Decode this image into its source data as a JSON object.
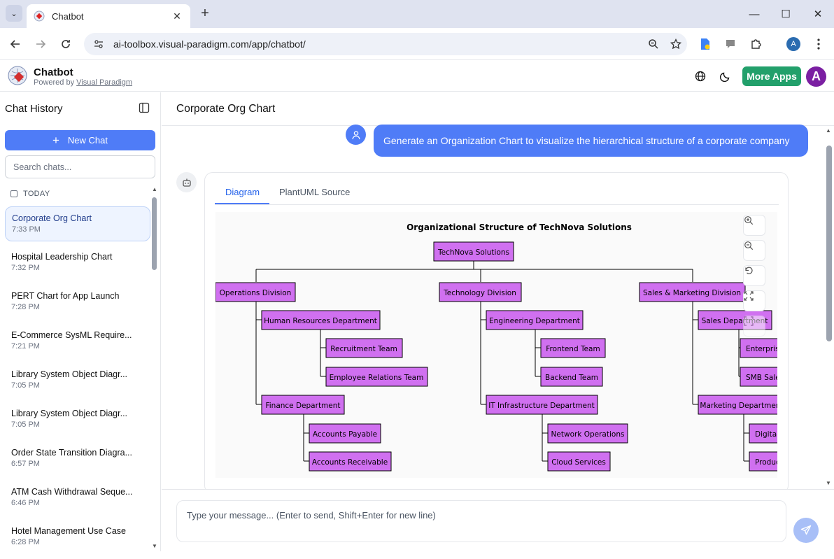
{
  "browser": {
    "tab_title": "Chatbot",
    "new_tab_icon": "+",
    "url": "ai-toolbox.visual-paradigm.com/app/chatbot/",
    "profile_initial": "A"
  },
  "app": {
    "name": "Chatbot",
    "powered_by_prefix": "Powered by",
    "powered_by_link": "Visual Paradigm",
    "more_apps_label": "More Apps",
    "avatar_initial": "A",
    "accent_color": "#4f7cf7",
    "more_apps_color": "#22a06b"
  },
  "sidebar": {
    "title": "Chat History",
    "new_chat_label": "New Chat",
    "search_placeholder": "Search chats...",
    "group_label": "TODAY",
    "chats": [
      {
        "title": "Corporate Org Chart",
        "time": "7:33 PM",
        "active": true
      },
      {
        "title": "Hospital Leadership Chart",
        "time": "7:32 PM"
      },
      {
        "title": "PERT Chart for App Launch",
        "time": "7:28 PM"
      },
      {
        "title": "E-Commerce SysML Require...",
        "time": "7:21 PM"
      },
      {
        "title": "Library System Object Diagr...",
        "time": "7:05 PM"
      },
      {
        "title": "Library System Object Diagr...",
        "time": "7:05 PM"
      },
      {
        "title": "Order State Transition Diagra...",
        "time": "6:57 PM"
      },
      {
        "title": "ATM Cash Withdrawal Seque...",
        "time": "6:46 PM"
      },
      {
        "title": "Hotel Management Use Case",
        "time": "6:28 PM"
      }
    ]
  },
  "conversation": {
    "title": "Corporate Org Chart",
    "user_message": "Generate an Organization Chart to visualize the hierarchical structure of a corporate company",
    "tabs": [
      "Diagram",
      "PlantUML Source"
    ],
    "active_tab": "Diagram"
  },
  "diagram": {
    "title": "Organizational Structure of TechNova Solutions",
    "root": "TechNova Solutions",
    "divisions": [
      "Operations Division",
      "Technology Division",
      "Sales & Marketing Division"
    ],
    "departments": [
      "Human Resources Department",
      "Finance Department",
      "Engineering Department",
      "IT Infrastructure Department",
      "Sales Department",
      "Marketing Department"
    ],
    "teams": [
      "Recruitment Team",
      "Employee Relations Team",
      "Accounts Payable",
      "Accounts Receivable",
      "Frontend Team",
      "Backend Team",
      "Network Operations",
      "Cloud Services",
      "Enterpris",
      "SMB Sale",
      "Digital",
      "Produc"
    ],
    "node_fill": "#d070f0",
    "zoom_controls": [
      "zoom-in-icon",
      "zoom-out-icon",
      "reset-icon",
      "fit-icon",
      "fullscreen-icon"
    ]
  },
  "composer": {
    "placeholder": "Type your message... (Enter to send, Shift+Enter for new line)"
  }
}
